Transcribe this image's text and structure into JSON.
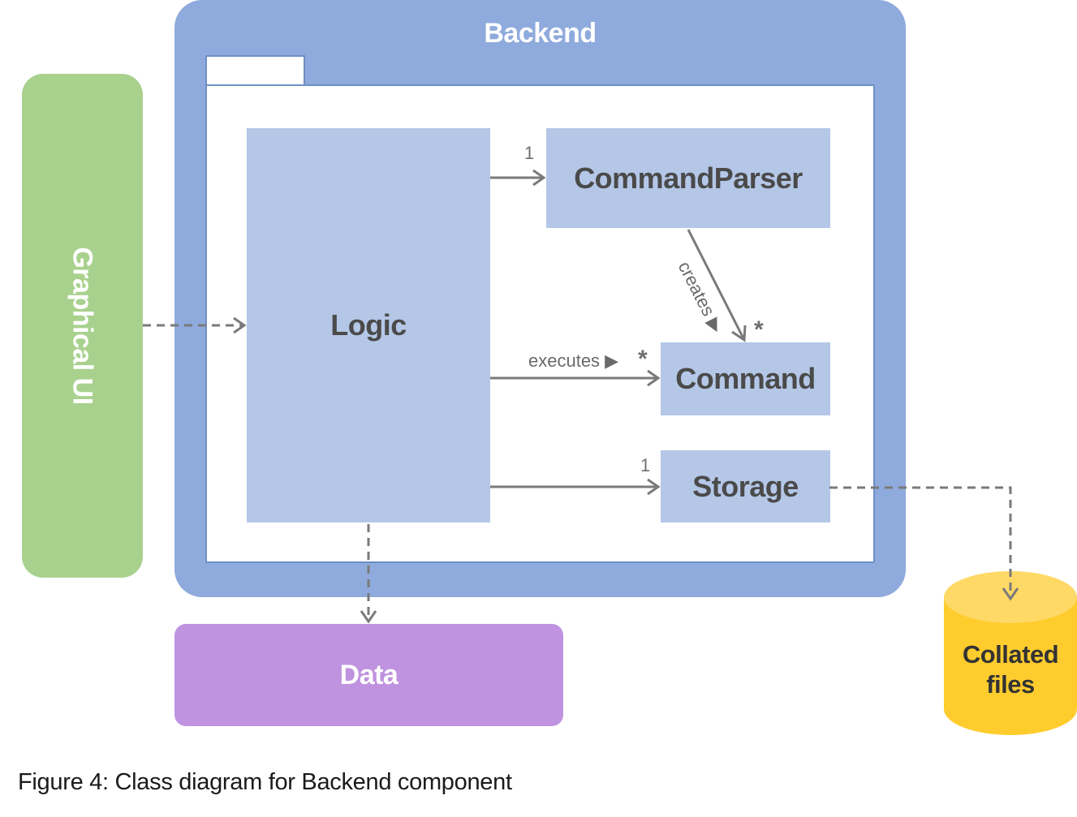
{
  "backend": {
    "title": "Backend"
  },
  "classes": {
    "logic": "Logic",
    "command_parser": "CommandParser",
    "command": "Command",
    "storage": "Storage"
  },
  "external": {
    "graphical_ui": "Graphical UI",
    "data": "Data",
    "collated_files_line1": "Collated",
    "collated_files_line2": "files"
  },
  "associations": {
    "logic_to_parser_mult": "1",
    "executes_label": "executes ▶",
    "executes_mult": "*",
    "creates_label": "creates ▶",
    "creates_mult": "*",
    "storage_mult": "1"
  },
  "caption": "Figure 4: Class diagram for Backend component",
  "colors": {
    "backend": "#8faadc",
    "class_box": "#b4c7e7",
    "graphical_ui": "#a9d18e",
    "data": "#bf93e0",
    "cylinder": "#ffd966",
    "arrow": "#7a7a7a"
  }
}
